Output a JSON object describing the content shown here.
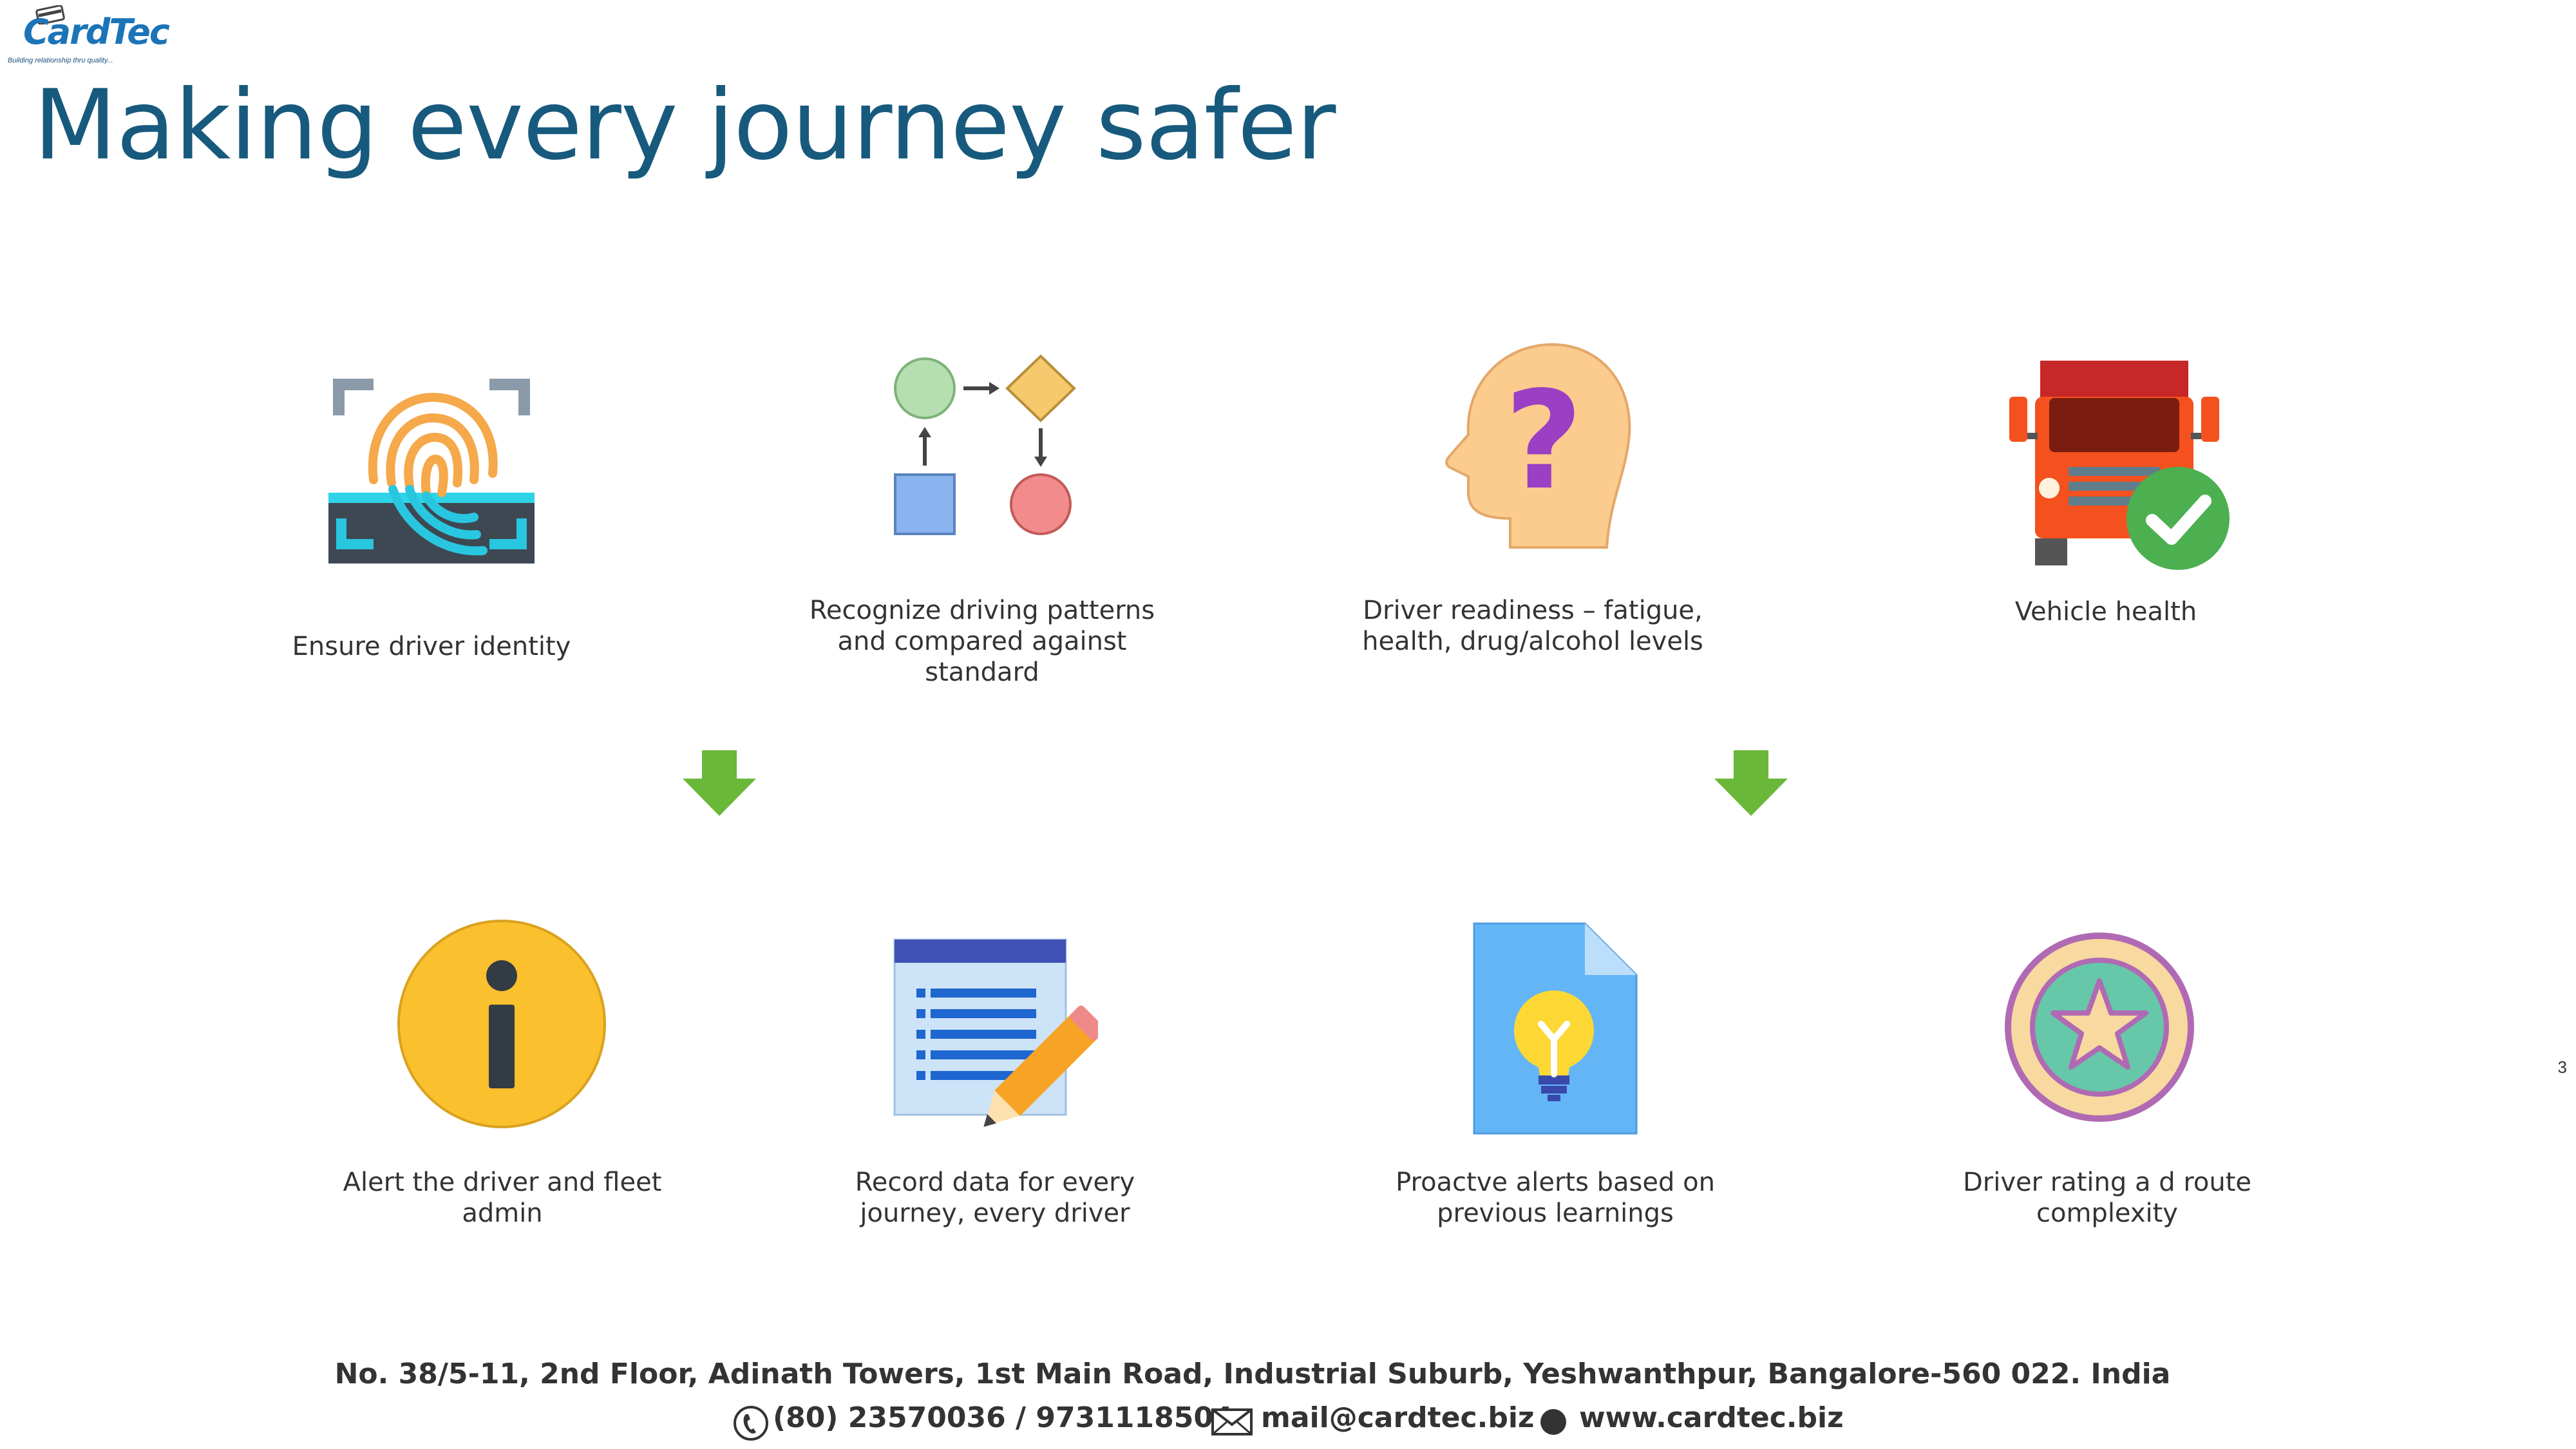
{
  "brand": {
    "name": "CardTec",
    "tagline": "Building relationship thru quality..."
  },
  "page": {
    "title": "Making every journey safer",
    "page_number": "3"
  },
  "colors": {
    "title": "#175a7d",
    "arrow": "#6ab83a",
    "text": "#333333"
  },
  "features": [
    {
      "icon": "fingerprint-scanner-icon",
      "caption_lines": [
        "Ensure driver identity"
      ]
    },
    {
      "icon": "flowchart-icon",
      "caption_lines": [
        "Recognize driving patterns",
        "and compared against",
        "standard"
      ]
    },
    {
      "icon": "head-question-icon",
      "caption_lines": [
        "Driver readiness – fatigue,",
        "health, drug/alcohol levels"
      ]
    },
    {
      "icon": "truck-check-icon",
      "caption_lines": [
        "Vehicle health"
      ]
    },
    {
      "icon": "info-alert-icon",
      "caption_lines": [
        "Alert the driver and fleet",
        "admin"
      ]
    },
    {
      "icon": "record-document-icon",
      "caption_lines": [
        "Record data for every",
        "journey, every driver"
      ]
    },
    {
      "icon": "lightbulb-document-icon",
      "caption_lines": [
        "Proactve alerts based on",
        "previous learnings"
      ]
    },
    {
      "icon": "star-badge-icon",
      "caption_lines": [
        "Driver rating a  d route",
        "complexity"
      ]
    }
  ],
  "footer": {
    "address": "No. 38/5-11, 2nd Floor, Adinath Towers, 1st Main Road, Industrial Suburb, Yeshwanthpur, Bangalore-560 022. India",
    "phone": "(80)  23570036 / 9731118504",
    "email": "mail@cardtec.biz",
    "website": "www.cardtec.biz"
  }
}
